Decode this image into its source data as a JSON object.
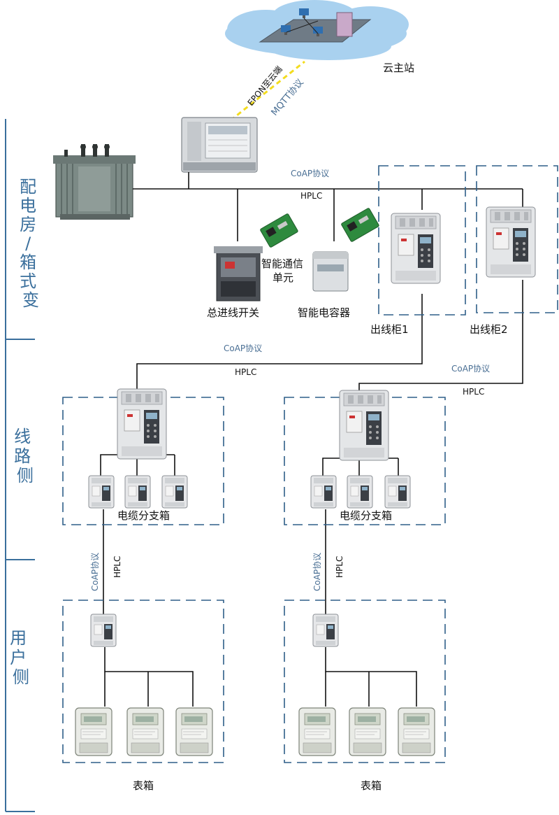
{
  "cloud": {
    "label": "云主站"
  },
  "uplink": {
    "epon": "EPON至云端",
    "mqtt": "MQTT协议"
  },
  "side_sections": [
    {
      "chars": [
        "配",
        "电",
        "房",
        "/",
        "箱",
        "式",
        "变"
      ]
    },
    {
      "chars": [
        "线",
        "路",
        "侧"
      ]
    },
    {
      "chars": [
        "用",
        "户",
        "侧"
      ]
    }
  ],
  "protocols": {
    "coap": "CoAP协议",
    "hplc": "HPLC"
  },
  "devices": {
    "main_switch": "总进线开关",
    "comm_unit_line1": "智能通信",
    "comm_unit_line2": "单元",
    "capacitor": "智能电容器",
    "outlet_cabinet_1": "出线柜1",
    "outlet_cabinet_2": "出线柜2",
    "cable_branch_box": "电缆分支箱",
    "meter_box": "表箱"
  },
  "colors": {
    "section_line": "#3a6f9c",
    "dashed_box": "#2f5f88",
    "wire": "#111111",
    "cloud": "#9ec9ea",
    "uplink_dash": "#f3dc1e"
  },
  "icons": [
    "cloud-network-icon",
    "transformer-icon",
    "concentrator-icon",
    "breaker-icon",
    "capacitor-icon",
    "comm-module-icon",
    "electric-meter-icon"
  ]
}
